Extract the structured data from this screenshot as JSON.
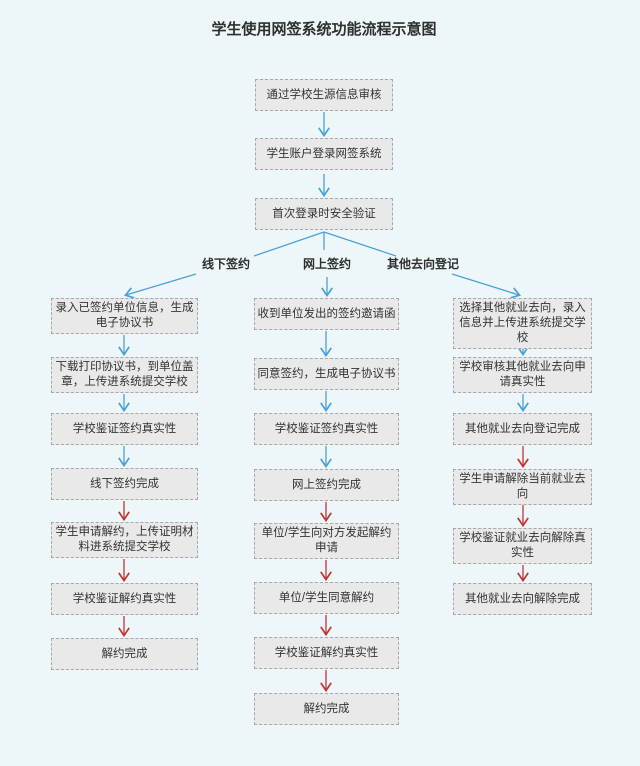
{
  "page": {
    "title": "学生使用网签系统功能流程示意图"
  },
  "colors": {
    "background": "#edf7f9",
    "node_fill": "#e9e9e9",
    "node_border": "#a8a8a8",
    "text": "#333333",
    "arrow_blue": "#4ba1d6",
    "arrow_red": "#c23434"
  },
  "flow": {
    "entry": [
      "通过学校生源信息审核",
      "学生账户登录网签系统",
      "首次登录时安全验证"
    ],
    "branch_labels": [
      "线下签约",
      "网上签约",
      "其他去向登记"
    ],
    "offline": [
      "录入已签约单位信息，生成电子协议书",
      "下载打印协议书，到单位盖章，上传进系统提交学校",
      "学校鉴证签约真实性",
      "线下签约完成",
      "学生申请解约，上传证明材料进系统提交学校",
      "学校鉴证解约真实性",
      "解约完成"
    ],
    "online": [
      "收到单位发出的签约邀请函",
      "同意签约，生成电子协议书",
      "学校鉴证签约真实性",
      "网上签约完成",
      "单位/学生向对方发起解约申请",
      "单位/学生同意解约",
      "学校鉴证解约真实性",
      "解约完成"
    ],
    "other": [
      "选择其他就业去向，录入信息并上传进系统提交学校",
      "学校审核其他就业去向申请真实性",
      "其他就业去向登记完成",
      "学生申请解除当前就业去向",
      "学校鉴证就业去向解除真实性",
      "其他就业去向解除完成"
    ]
  }
}
